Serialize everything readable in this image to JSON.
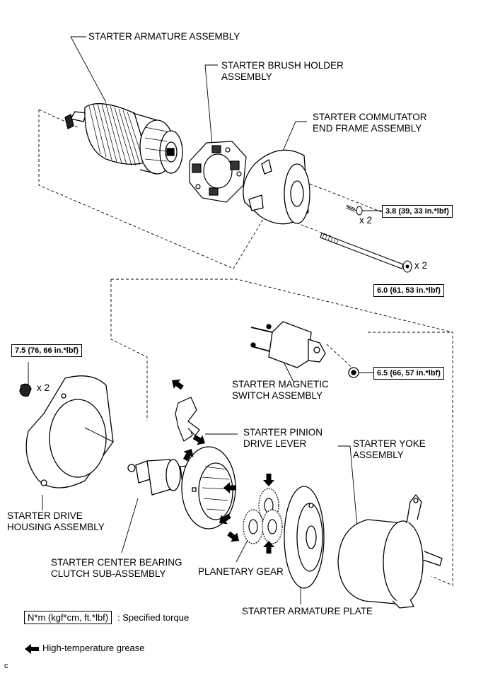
{
  "labels": {
    "armature": "STARTER ARMATURE ASSEMBLY",
    "brush_holder": "STARTER BRUSH HOLDER\nASSEMBLY",
    "commutator": "STARTER COMMUTATOR\nEND FRAME ASSEMBLY",
    "magnetic_switch": "STARTER MAGNETIC\nSWITCH ASSEMBLY",
    "pinion_lever": "STARTER PINION\nDRIVE LEVER",
    "yoke": "STARTER YOKE\nASSEMBLY",
    "drive_housing": "STARTER DRIVE\nHOUSING ASSEMBLY",
    "center_bearing": "STARTER CENTER BEARING\nCLUTCH SUB-ASSEMBLY",
    "planetary": "PLANETARY GEAR",
    "armature_plate": "STARTER ARMATURE PLATE"
  },
  "torques": {
    "screw": "3.8 (39, 33 in.*lbf)",
    "through_bolt": "6.0 (61, 53 in.*lbf)",
    "housing_nut": "7.5 (76, 66 in.*lbf)",
    "switch_nut": "6.5 (66, 57 in.*lbf)"
  },
  "quantities": {
    "screw": "x 2",
    "through_bolt": "x 2",
    "housing_nut": "x 2"
  },
  "legend": {
    "torque_unit": "N*m (kgf*cm, ft.*lbf)",
    "torque_text": ": Specified torque",
    "grease_text": "High-temperature grease",
    "grease_icon": "arrow-left-icon"
  },
  "corner_mark": "c"
}
